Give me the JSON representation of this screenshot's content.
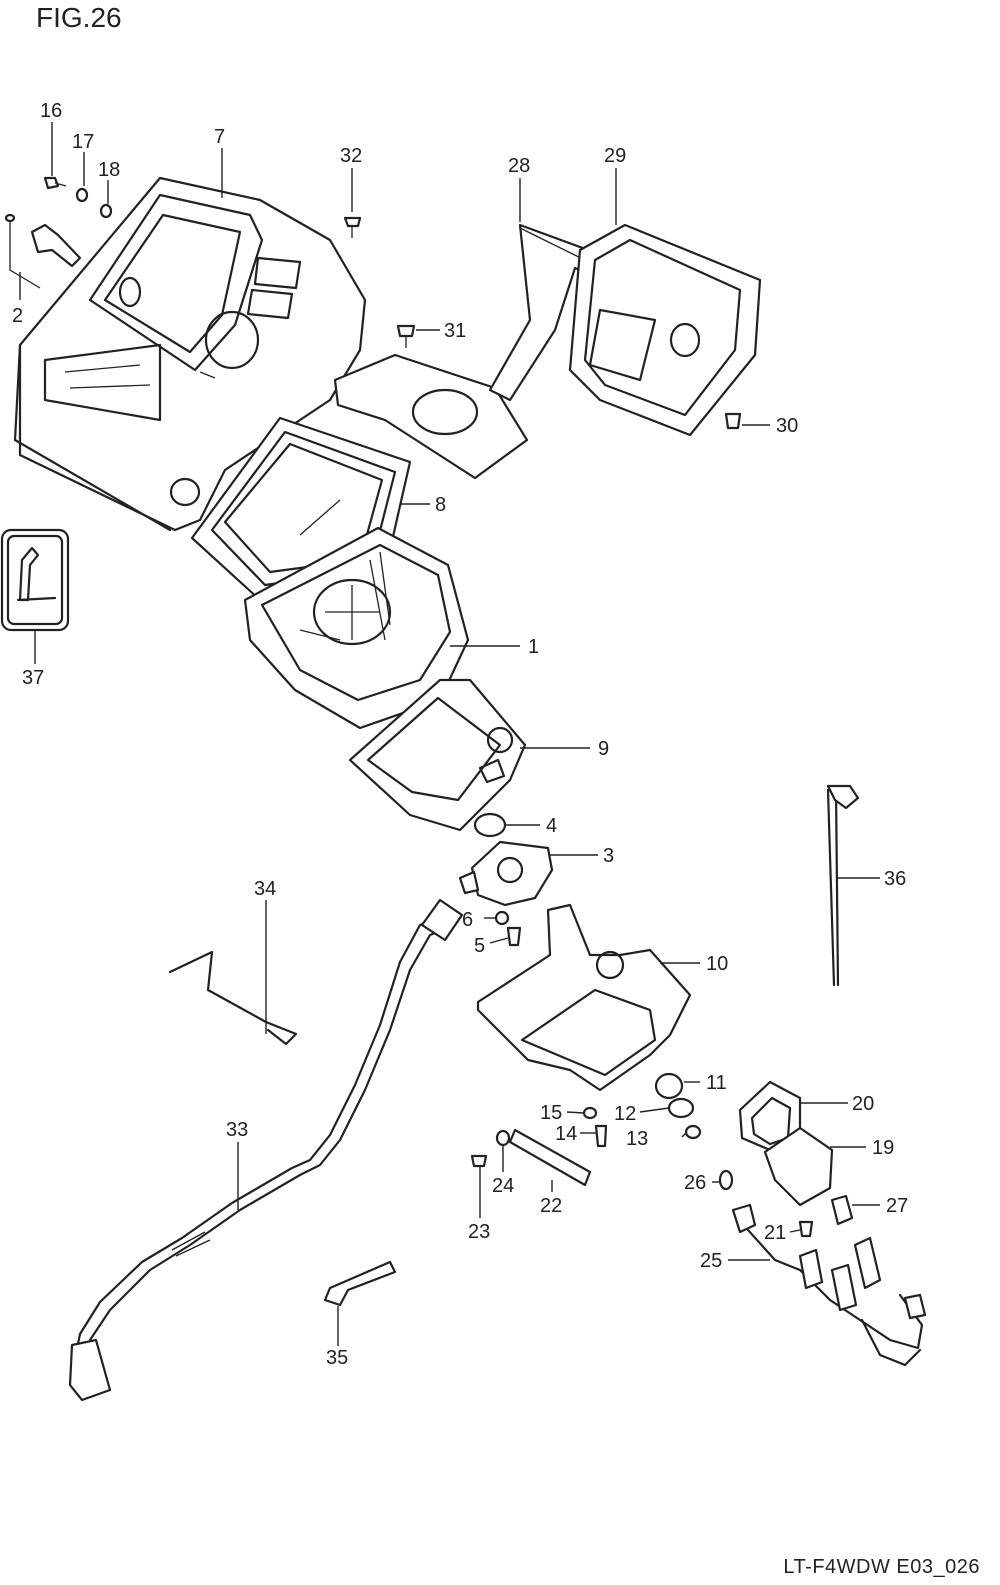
{
  "figure": {
    "title": "FIG.26",
    "code": "LT-F4WDW E03_026"
  },
  "callouts": [
    {
      "id": "1",
      "text": "1"
    },
    {
      "id": "2",
      "text": "2"
    },
    {
      "id": "3",
      "text": "3"
    },
    {
      "id": "4",
      "text": "4"
    },
    {
      "id": "5",
      "text": "5"
    },
    {
      "id": "6",
      "text": "6"
    },
    {
      "id": "7",
      "text": "7"
    },
    {
      "id": "8",
      "text": "8"
    },
    {
      "id": "9",
      "text": "9"
    },
    {
      "id": "10",
      "text": "10"
    },
    {
      "id": "11",
      "text": "11"
    },
    {
      "id": "12",
      "text": "12"
    },
    {
      "id": "13",
      "text": "13"
    },
    {
      "id": "14",
      "text": "14"
    },
    {
      "id": "15",
      "text": "15"
    },
    {
      "id": "16",
      "text": "16"
    },
    {
      "id": "17",
      "text": "17"
    },
    {
      "id": "18",
      "text": "18"
    },
    {
      "id": "19",
      "text": "19"
    },
    {
      "id": "20",
      "text": "20"
    },
    {
      "id": "21",
      "text": "21"
    },
    {
      "id": "22",
      "text": "22"
    },
    {
      "id": "23",
      "text": "23"
    },
    {
      "id": "24",
      "text": "24"
    },
    {
      "id": "25",
      "text": "25"
    },
    {
      "id": "26",
      "text": "26"
    },
    {
      "id": "27",
      "text": "27"
    },
    {
      "id": "28",
      "text": "28"
    },
    {
      "id": "29",
      "text": "29"
    },
    {
      "id": "30",
      "text": "30"
    },
    {
      "id": "31",
      "text": "31"
    },
    {
      "id": "32",
      "text": "32"
    },
    {
      "id": "33",
      "text": "33"
    },
    {
      "id": "34",
      "text": "34"
    },
    {
      "id": "35",
      "text": "35"
    },
    {
      "id": "36",
      "text": "36"
    },
    {
      "id": "37",
      "text": "37"
    }
  ]
}
